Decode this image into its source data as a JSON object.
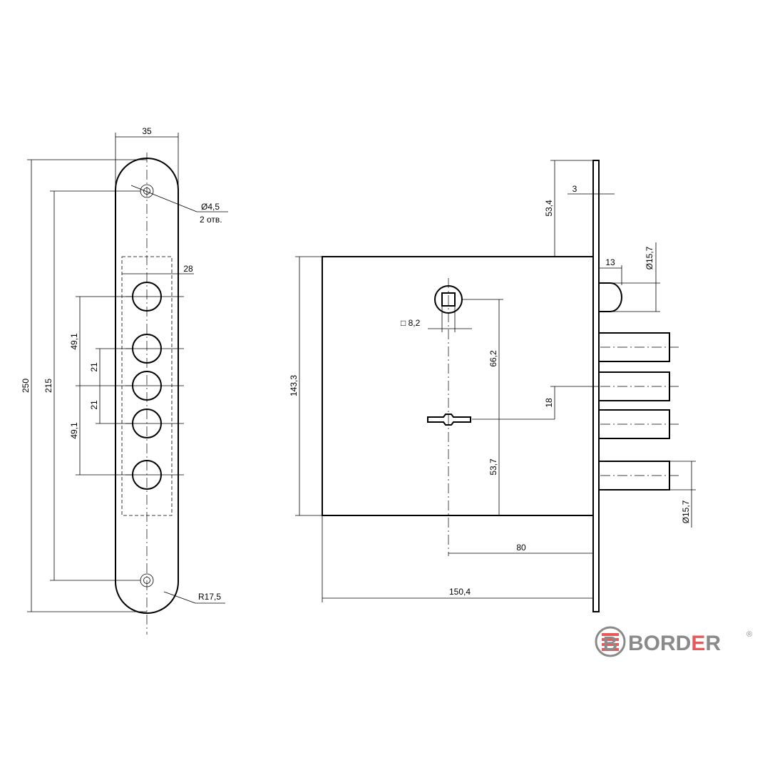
{
  "dimensions": {
    "strike_width": "35",
    "strike_height": "250",
    "screw_spacing": "215",
    "screw_hole": "Ø4,5",
    "screw_hole_count": "2 отв.",
    "cutout_width": "28",
    "spacing_top": "49,1",
    "spacing_mid_upper": "21",
    "spacing_mid_lower": "21",
    "spacing_bottom": "49,1",
    "corner_radius": "R17,5",
    "faceplate_thickness": "3",
    "faceplate_offset": "53,4",
    "latch_projection": "13",
    "latch_diameter": "Ø15,7",
    "bolt_diameter": "Ø15,7",
    "body_height": "143,3",
    "spindle_square": "□ 8,2",
    "spindle_to_key": "66,2",
    "key_to_bolt": "18",
    "key_to_bottom": "53,7",
    "backset": "80",
    "body_depth": "150,4"
  },
  "logo": {
    "brand": "BORDER",
    "brand_a": "BORD",
    "brand_e": "E",
    "brand_r": "R",
    "trademark": "®",
    "color_gray": "#8a8a8a",
    "color_red": "#e8585a"
  }
}
